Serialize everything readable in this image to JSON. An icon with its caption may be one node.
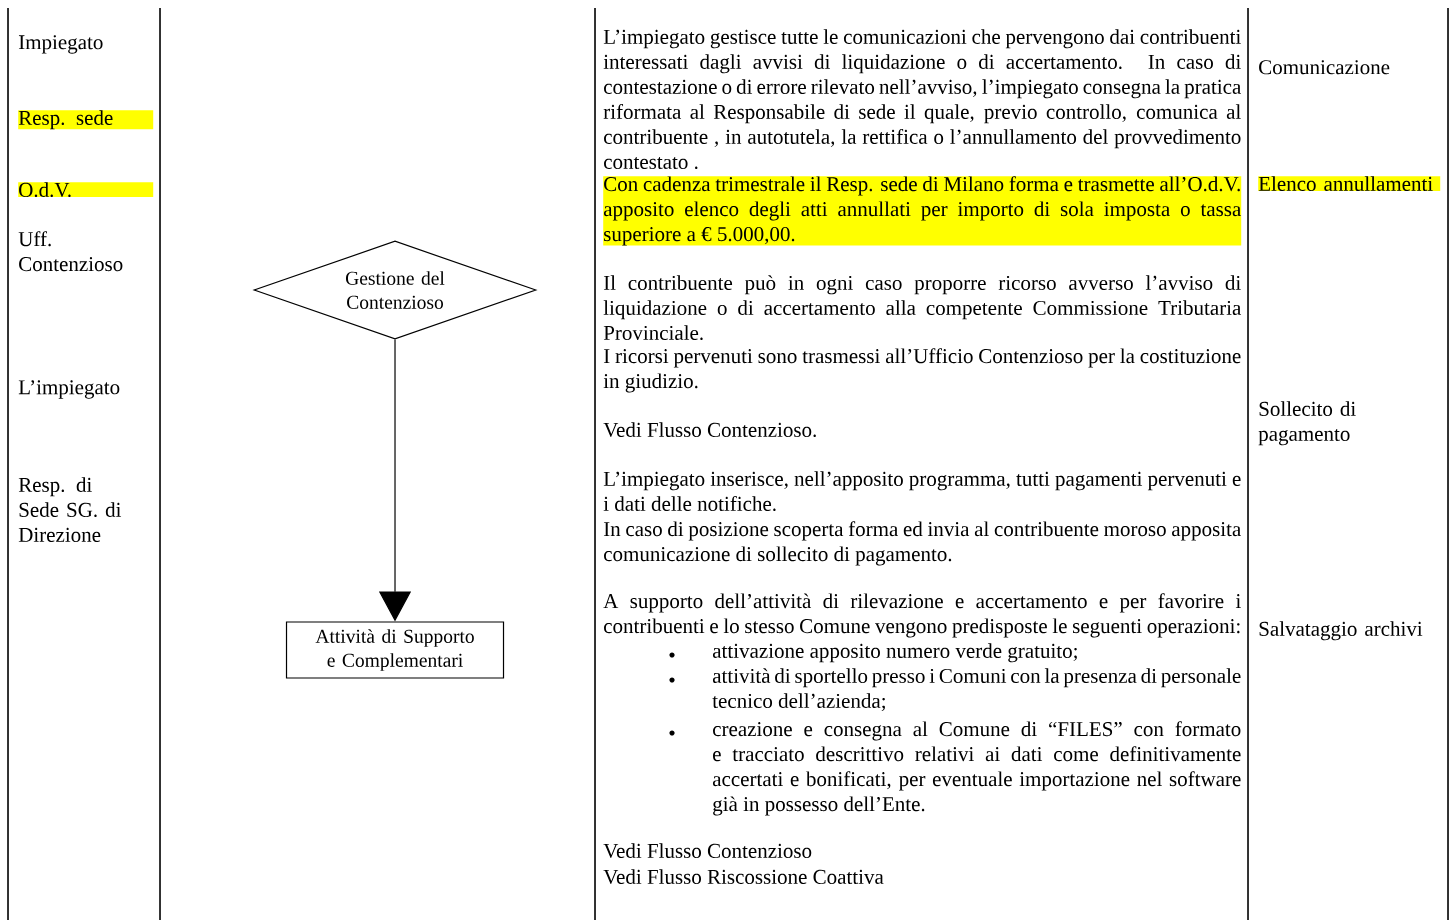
{
  "diagram": {
    "nodes": [
      {
        "text": [
          "Gestione del Contenzioso"
        ]
      },
      {
        "text": [
          "Attività di Supporto e Complementari"
        ]
      }
    ],
    "edges": [
      {
        "from": 0,
        "to": 1,
        "arrow": "to"
      }
    ],
    "labels": [
      "Impiegato",
      "Resp. sede",
      "O.d.V.",
      "Uff. Contenzioso",
      "L’impiegato",
      "Resp. di Sede SG. di Direzione",
      "L’impiegato gestisce tutte le comunicazioni che pervengono dai contribuenti interessati dagli avvisi di liquidazione o di accertamento. In caso di contestazione o di errore rilevato nell’avviso, l’impiegato consegna la pratica riformata al Responsabile di sede il quale, previo controllo, comunica al contribuente , in autotutela, la rettifica o l’annullamento del provvedimento contestato .",
      "Con cadenza trimestrale il Resp. sede di Milano forma e trasmette all’O.d.V. apposito elenco degli atti annullati per importo di sola imposta o tassa superiore a € 5.000,00.",
      "Il contribuente può in ogni caso proporre ricorso avverso l’avviso di liquidazione o di accertamento alla competente Commissione Tributaria Provinciale.",
      "I ricorsi pervenuti sono trasmessi all’Ufficio Contenzioso per la costituzione in giudizio.",
      "Vedi Flusso Contenzioso.",
      "L’impiegato inserisce, nell’apposito programma, tutti pagamenti pervenuti e i dati delle notifiche.",
      "In caso di posizione scoperta forma ed invia al contribuente moroso apposita comunicazione di sollecito di pagamento.",
      "A supporto dell’attività di rilevazione e accertamento e per favorire i contribuenti e lo stesso Comune vengono predisposte le seguenti operazioni:",
      "attivazione apposito numero verde gratuito;",
      "attività di sportello presso i Comuni con la presenza di personale tecnico dell’azienda;",
      "creazione e consegna al Comune di “FILES” con formato e tracciato descrittivo relativi ai dati come definitivamente accertati e bonificati, per eventuale importazione nel software già in possesso dell’Ente.",
      "Vedi Flusso Contenzioso",
      "Vedi Flusso Riscossione Coattiva",
      "Comunicazione",
      "Elenco annullamenti",
      "Sollecito di pagamento",
      "Salvataggio archivi"
    ]
  }
}
